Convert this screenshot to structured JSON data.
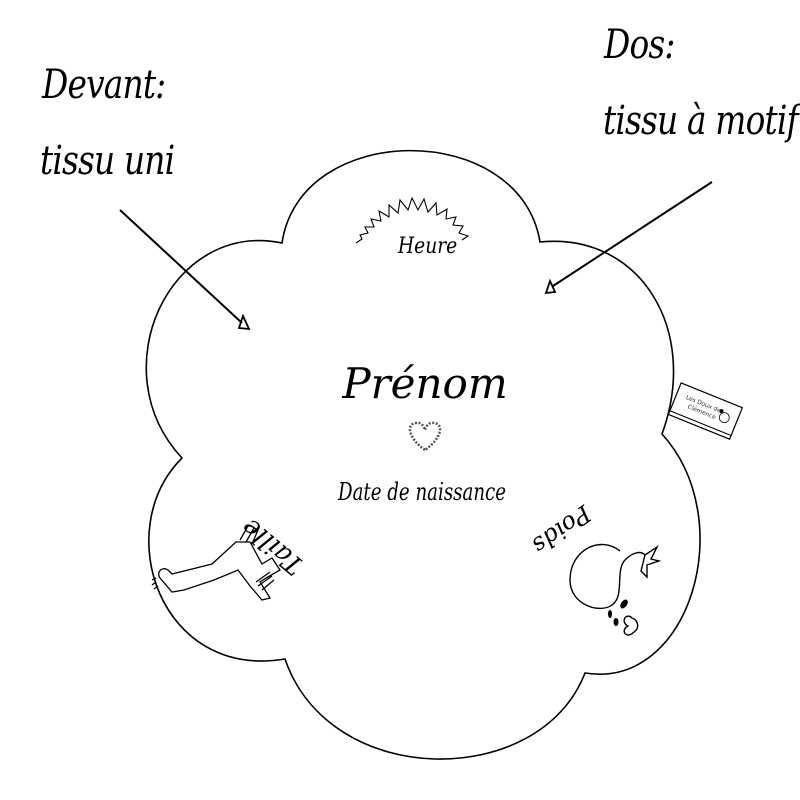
{
  "annotations": {
    "front": {
      "title": "Devant:",
      "detail": "tissu uni"
    },
    "back": {
      "title": "Dos:",
      "detail": "tissu à motif"
    }
  },
  "blanket": {
    "shape": "flower-5-petals",
    "top_label": "Heure",
    "center_name": "Prénom",
    "center_date": "Date de naissance",
    "left_label": "Taille",
    "right_label": "Poids",
    "tag_text_line1": "Les Doux de",
    "tag_text_line2": "Clémence"
  },
  "icons": {
    "sun_rays": "sun-rays-icon",
    "heart": "heart-icon",
    "giraffe": "giraffe-icon",
    "whale": "whale-icon"
  },
  "colors": {
    "stroke": "#000000",
    "background": "#ffffff"
  }
}
